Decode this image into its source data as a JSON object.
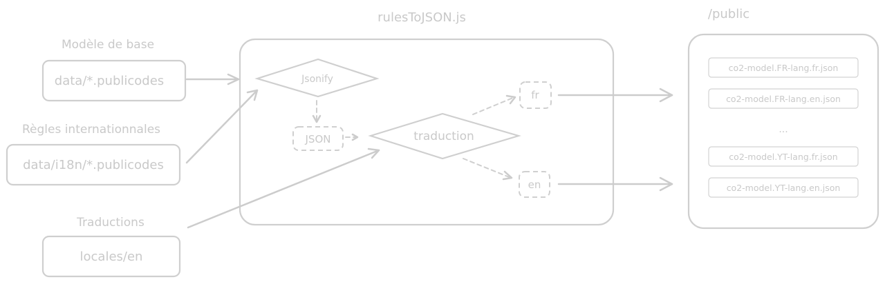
{
  "sources": {
    "base": {
      "heading": "Modèle de base",
      "path": "data/*.publicodes"
    },
    "i18n": {
      "heading": "Règles internationnales",
      "path": "data/i18n/*.publicodes"
    },
    "translations": {
      "heading": "Traductions",
      "path": "locales/en"
    }
  },
  "script": {
    "title": "rulesToJSON.js",
    "jsonify": "Jsonify",
    "json": "JSON",
    "traduction": "traduction",
    "fr": "fr",
    "en": "en"
  },
  "output": {
    "title": "/public",
    "files": [
      "co2-model.FR-lang.fr.json",
      "co2-model.FR-lang.en.json",
      "...",
      "co2-model.YT-lang.fr.json",
      "co2-model.YT-lang.en.json"
    ]
  },
  "colors": {
    "stroke": "#cccccc",
    "text": "#c9c9c9"
  }
}
